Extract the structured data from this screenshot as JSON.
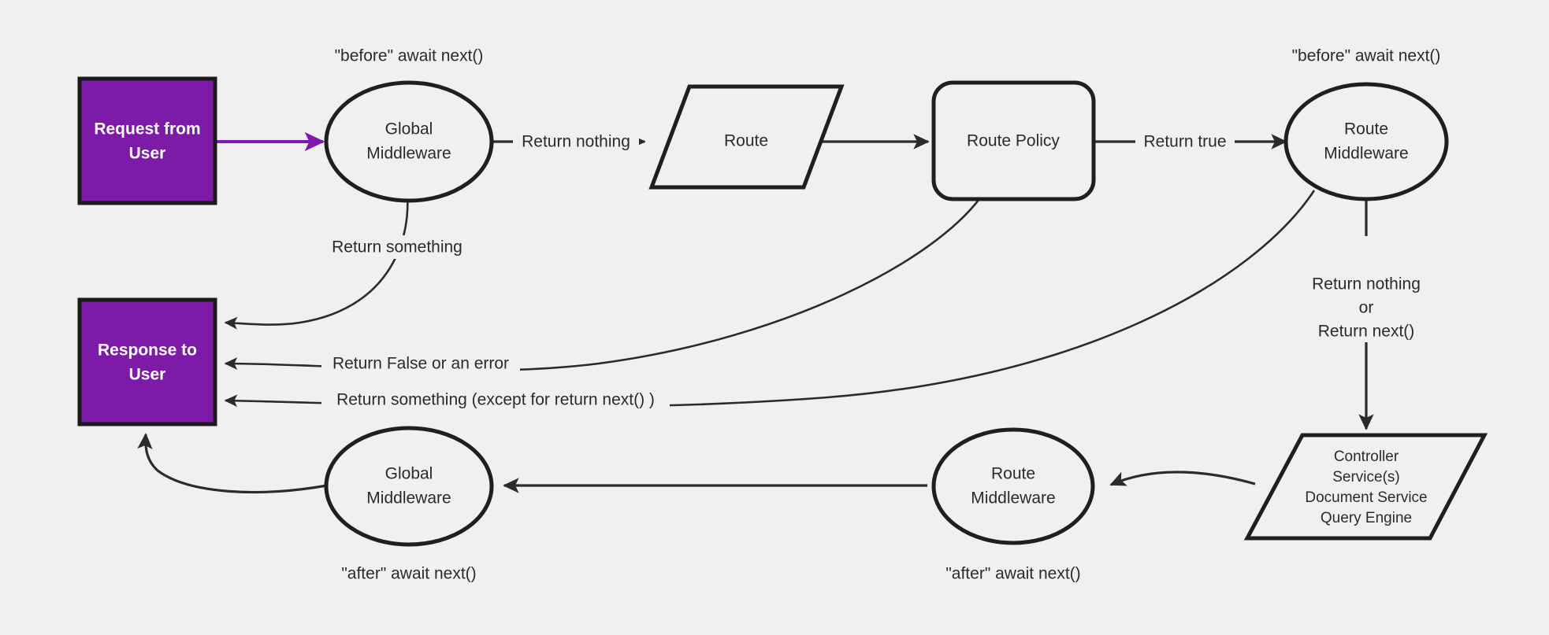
{
  "diagram": {
    "title": "Request / Middleware lifecycle flow",
    "background_color": "#f0f0f0",
    "accent_color": "#7d1aa8",
    "stroke_color": "#2b2b2b",
    "nodes": {
      "request_box": {
        "line1": "Request from",
        "line2": "User",
        "shape": "rectangle",
        "fill": "#7d1aa8"
      },
      "response_box": {
        "line1": "Response to",
        "line2": "User",
        "shape": "rectangle",
        "fill": "#7d1aa8"
      },
      "global_mw_top": {
        "line1": "Global",
        "line2": "Middleware",
        "shape": "ellipse"
      },
      "route": {
        "line1": "Route",
        "shape": "parallelogram"
      },
      "route_policy": {
        "line1": "Route Policy",
        "shape": "rounded-rectangle"
      },
      "route_mw_top": {
        "line1": "Route",
        "line2": "Middleware",
        "shape": "ellipse"
      },
      "controller": {
        "line1": "Controller",
        "line2": "Service(s)",
        "line3": "Document Service",
        "line4": "Query Engine",
        "shape": "parallelogram"
      },
      "route_mw_bottom": {
        "line1": "Route",
        "line2": "Middleware",
        "shape": "ellipse"
      },
      "global_mw_bottom": {
        "line1": "Global",
        "line2": "Middleware",
        "shape": "ellipse"
      }
    },
    "annotations": {
      "before_global": "\"before\" await next()",
      "before_route_mw": "\"before\" await next()",
      "after_global": "\"after\" await next()",
      "after_route_mw": "\"after\" await next()"
    },
    "edge_labels": {
      "return_nothing": "Return nothing",
      "return_true": "Return true",
      "return_something": "Return something",
      "return_false_or_error": "Return False or an error",
      "return_something_except_next": "Return something (except for return next() )",
      "return_nothing_or_next_line1": "Return nothing",
      "return_nothing_or_next_line2": "or",
      "return_nothing_or_next_line3": "Return next()"
    }
  }
}
